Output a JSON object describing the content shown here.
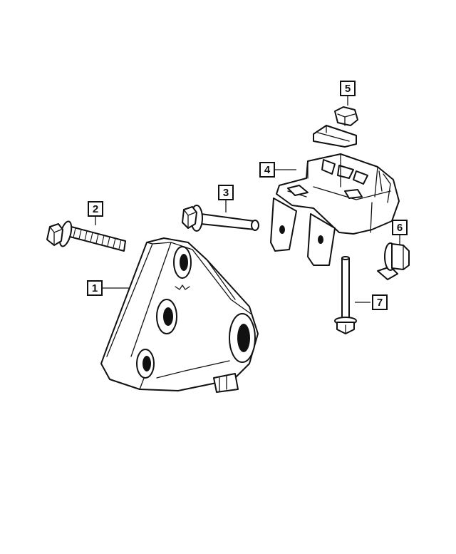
{
  "callouts": [
    {
      "id": "1",
      "label": "1",
      "part": "engine-mount-bracket"
    },
    {
      "id": "2",
      "label": "2",
      "part": "bolt-long"
    },
    {
      "id": "3",
      "label": "3",
      "part": "pin-bolt"
    },
    {
      "id": "4",
      "label": "4",
      "part": "transmission-mount-bracket"
    },
    {
      "id": "5",
      "label": "5",
      "part": "nut-and-clip"
    },
    {
      "id": "6",
      "label": "6",
      "part": "flange-nut"
    },
    {
      "id": "7",
      "label": "7",
      "part": "bolt-short"
    }
  ]
}
